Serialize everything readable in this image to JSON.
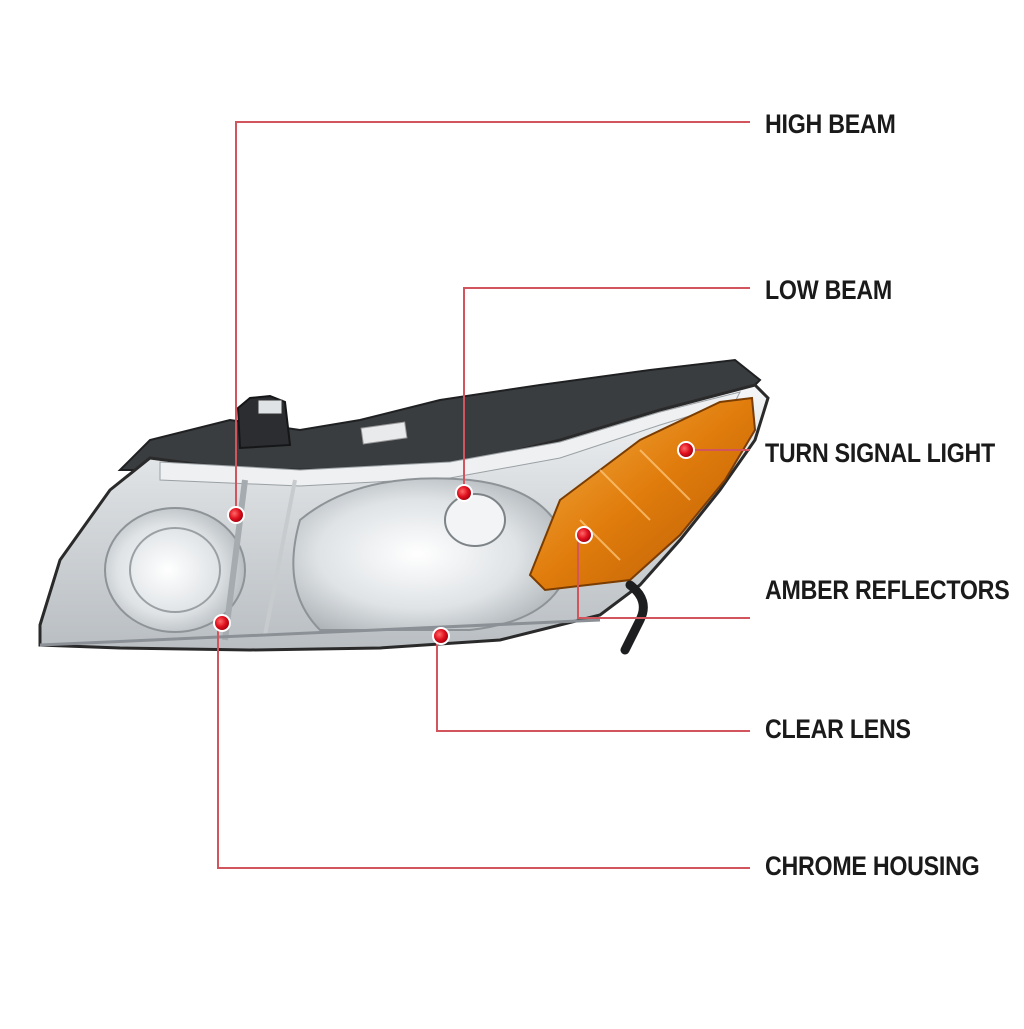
{
  "callouts": [
    {
      "id": "high-beam",
      "label": "HIGH BEAM"
    },
    {
      "id": "low-beam",
      "label": "LOW BEAM"
    },
    {
      "id": "turn-signal-light",
      "label": "TURN SIGNAL LIGHT"
    },
    {
      "id": "amber-reflectors",
      "label": "AMBER REFLECTORS"
    },
    {
      "id": "clear-lens",
      "label": "CLEAR LENS"
    },
    {
      "id": "chrome-housing",
      "label": "CHROME HOUSING"
    }
  ],
  "colors": {
    "leader_line": "#d2545c",
    "marker": "#e0101e",
    "amber": "#e88a10",
    "chrome": "#d9dde0",
    "housing_edge": "#2a2a2a"
  }
}
